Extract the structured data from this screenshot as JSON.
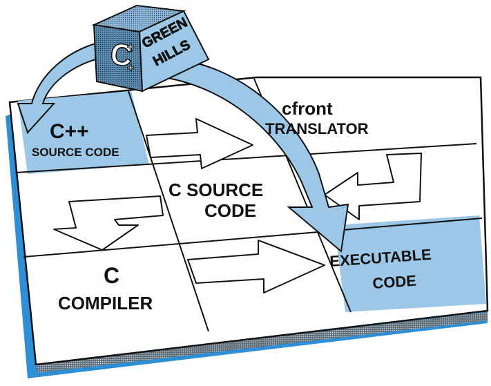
{
  "colors": {
    "accent_blue": "#9cc7e6",
    "deep_blue": "#2f8fd6",
    "ink": "#111111",
    "board_white": "#ffffff",
    "cube_shade": "#7aa9cf"
  },
  "cube": {
    "c_plus_plus_glyph": "C++",
    "brand_top": "GREEN",
    "brand_bottom": "HILLS",
    "icon": "green-hills-cube-logo"
  },
  "board": {
    "cells": {
      "cpp_source": {
        "line1": "C++",
        "line2": "SOURCE CODE"
      },
      "cfront": {
        "line1": "cfront",
        "line2": "TRANSLATOR"
      },
      "c_source": {
        "line1": "C SOURCE",
        "line2": "CODE"
      },
      "c_compiler": {
        "line1": "C",
        "line2": "COMPILER"
      },
      "executable": {
        "line1": "EXECUTABLE",
        "line2": "CODE"
      }
    },
    "arrows": [
      {
        "name": "cpp-to-cfront-arrow-icon"
      },
      {
        "name": "cfront-to-csource-arrow-icon"
      },
      {
        "name": "csource-to-compiler-arrow-icon"
      },
      {
        "name": "compiler-to-executable-arrow-icon"
      },
      {
        "name": "green-hills-direct-arrow-icon"
      }
    ]
  }
}
